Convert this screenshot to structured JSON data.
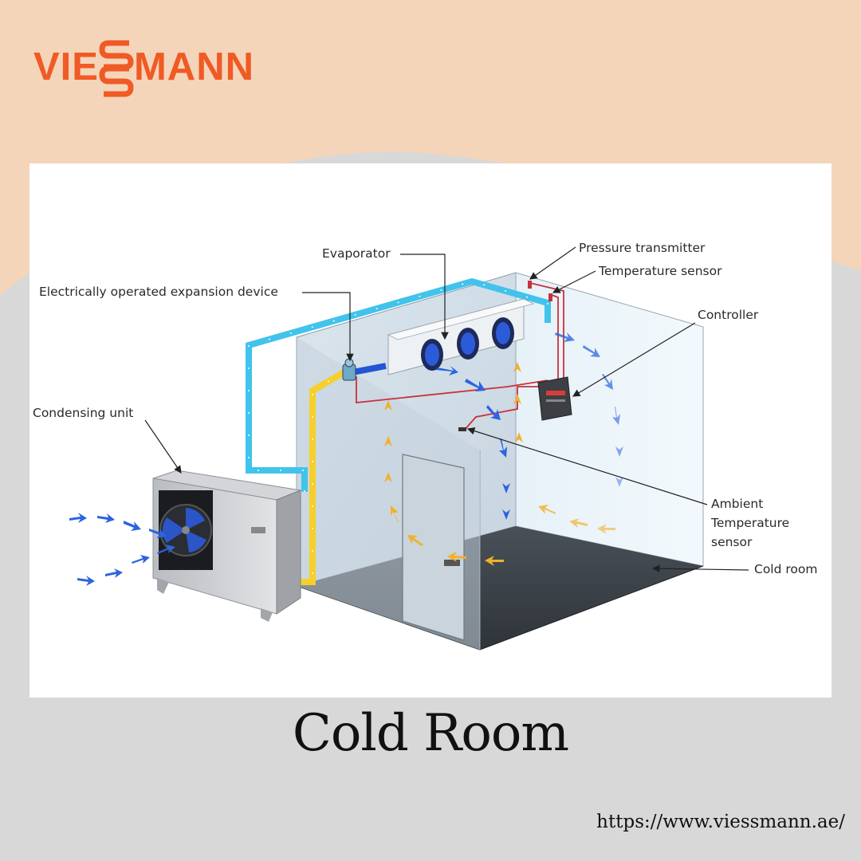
{
  "brand": {
    "logo_text": "VIESSMANN",
    "logo_left": "VIE",
    "logo_right": "MANN",
    "color": "#f05a24"
  },
  "diagram": {
    "labels": {
      "evaporator": "Evaporator",
      "pressure_transmitter": "Pressure transmitter",
      "temperature_sensor": "Temperature sensor",
      "expansion_device": "Electrically operated expansion device",
      "controller": "Controller",
      "condensing_unit": "Condensing unit",
      "ambient_line1": "Ambient",
      "ambient_line2": "Temperature",
      "ambient_line3": "sensor",
      "cold_room": "Cold room"
    },
    "colors": {
      "cold_pipe": "#41c3ec",
      "warm_pipe": "#f6cf2a",
      "sensor_wire": "#c8323a",
      "cold_air": "#2c63e0",
      "warm_air": "#f3b02a"
    }
  },
  "title": "Cold Room",
  "url": "https://www.viessmann.ae/"
}
